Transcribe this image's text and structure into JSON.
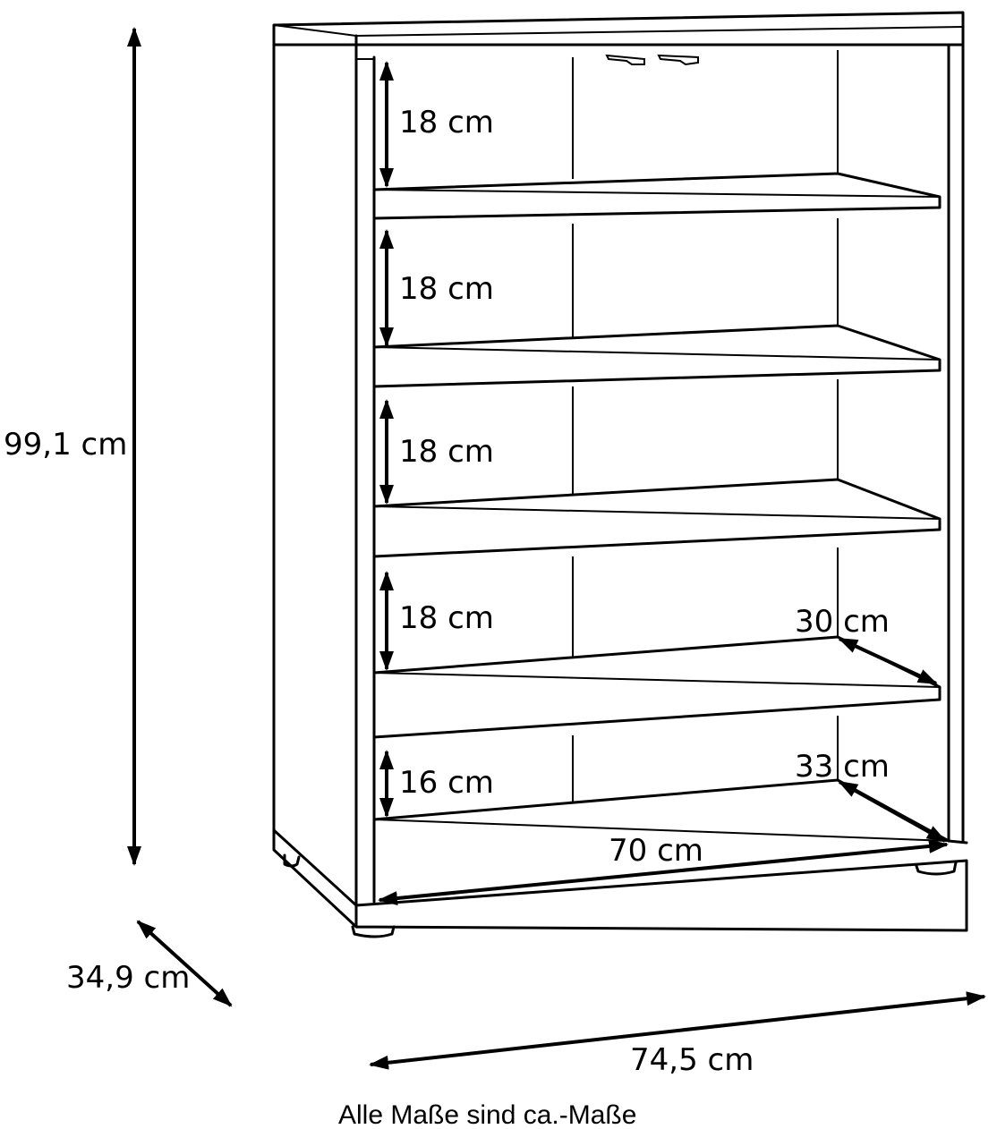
{
  "diagram": {
    "dimensions": {
      "height_total": "99,1 cm",
      "depth_total": "34,9 cm",
      "width_total": "74,5 cm",
      "inner_width": "70 cm",
      "shelf_depth": "30 cm",
      "bottom_depth": "33 cm",
      "compartment_1": "18 cm",
      "compartment_2": "18 cm",
      "compartment_3": "18 cm",
      "compartment_4": "18 cm",
      "compartment_5": "16 cm"
    },
    "note": "Alle Maße sind ca.-Maße"
  }
}
